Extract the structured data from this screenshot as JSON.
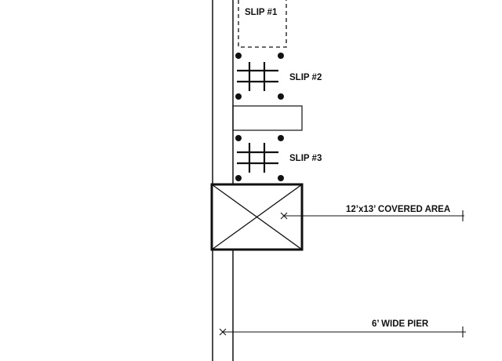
{
  "labels": {
    "slip1": "SLIP #1",
    "slip2": "SLIP #2",
    "slip3": "SLIP #3",
    "covered_area": "12’x13’ COVERED AREA",
    "pier_width": "6’ WIDE PIER"
  },
  "colors": {
    "ink": "#111111",
    "background": "#ffffff"
  }
}
